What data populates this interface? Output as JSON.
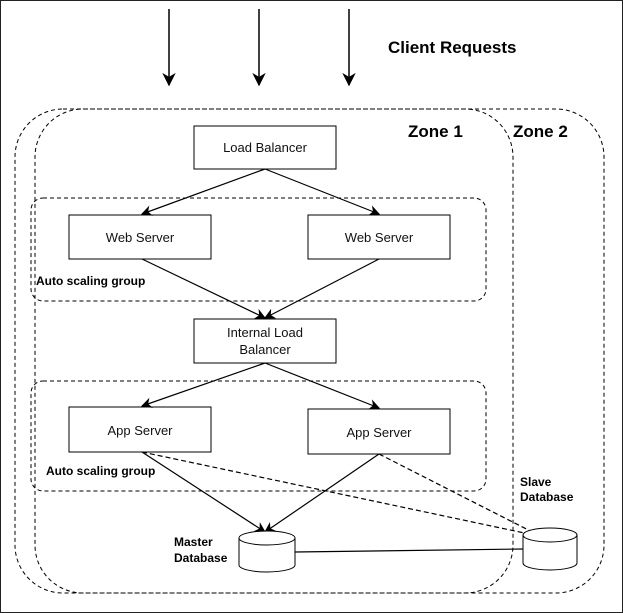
{
  "title": "Client Requests",
  "zones": [
    {
      "label": "Zone 1"
    },
    {
      "label": "Zone 2"
    }
  ],
  "groups": [
    {
      "label": "Auto scaling group"
    },
    {
      "label": "Auto scaling group"
    }
  ],
  "nodes": {
    "load_balancer": "Load Balancer",
    "web_server_1": "Web Server",
    "web_server_2": "Web Server",
    "internal_lb_line1": "Internal Load",
    "internal_lb_line2": "Balancer",
    "app_server_1": "App Server",
    "app_server_2": "App Server",
    "master_db_line1": "Master",
    "master_db_line2": "Database",
    "slave_db_line1": "Slave",
    "slave_db_line2": "Database"
  }
}
